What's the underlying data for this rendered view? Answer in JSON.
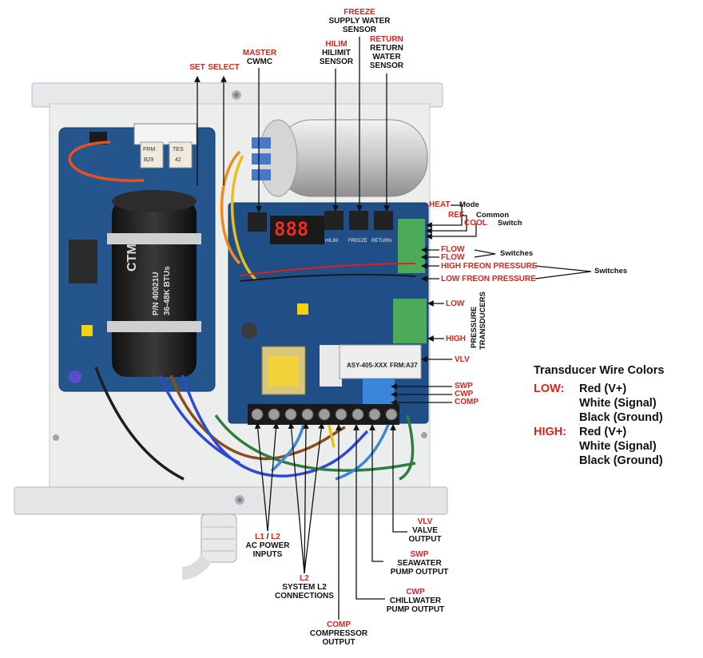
{
  "top_labels": {
    "freeze": {
      "code": "FREEZE",
      "text": [
        "SUPPLY WATER",
        "SENSOR"
      ]
    },
    "hilim": {
      "code": "HILIM",
      "text": [
        "HILIMIT",
        "SENSOR"
      ]
    },
    "return": {
      "code": "RETURN",
      "text": [
        "RETURN",
        "WATER",
        "SENSOR"
      ]
    },
    "master": {
      "code": "MASTER",
      "text": [
        "CWMC"
      ]
    },
    "set": "SET",
    "select": "SELECT"
  },
  "right_labels": {
    "heat": "HEAT",
    "mode": "Mode",
    "ref": "REF",
    "common": "Common",
    "cool": "COOL",
    "switch": "Switch",
    "flow1": "FLOW",
    "flow2": "FLOW",
    "switches1": "Switches",
    "high_freon": "HIGH FREON PRESSURE",
    "low_freon": "LOW FREON PRESSURE",
    "switches2": "Switches",
    "low": "LOW",
    "high": "HIGH",
    "pressure": "PRESSURE",
    "transducers": "TRANSDUCERS",
    "vlv": "VLV",
    "swp": "SWP",
    "cwp": "CWP",
    "comp": "COMP"
  },
  "bottom_labels": {
    "l1l2": {
      "code_a": "L1",
      "sep": " / ",
      "code_b": "L2",
      "text": [
        "AC POWER",
        "INPUTS"
      ]
    },
    "l2": {
      "code": "L2",
      "text": [
        "SYSTEM L2",
        "CONNECTIONS"
      ]
    },
    "comp": {
      "code": "COMP",
      "text": [
        "COMPRESSOR",
        "OUTPUT"
      ]
    },
    "cwp": {
      "code": "CWP",
      "text": [
        "CHILLWATER",
        "PUMP OUTPUT"
      ]
    },
    "swp": {
      "code": "SWP",
      "text": [
        "SEAWATER",
        "PUMP OUTPUT"
      ]
    },
    "vlv": {
      "code": "VLV",
      "text": [
        "VALVE",
        "OUTPUT"
      ]
    }
  },
  "legend": {
    "title": "Transducer Wire Colors",
    "rows": [
      {
        "key": "LOW:",
        "values": [
          "Red (V+)",
          "White (Signal)",
          "Black (Ground)"
        ]
      },
      {
        "key": "HIGH:",
        "values": [
          "Red (V+)",
          "White (Signal)",
          "Black (Ground)"
        ]
      }
    ]
  },
  "device_text": {
    "display": "888",
    "brand": "CTM",
    "part": "P/N 40021U",
    "btu": "36-48K BTUs",
    "board_part": "ASY-405-XXX",
    "frm": "FRM:A37",
    "port_hilim": "HILIM",
    "port_freeze": "FREEZE",
    "port_return": "RETURN",
    "sticker_frm": "FRM",
    "sticker_b29": "B29",
    "sticker_tes": "TES",
    "sticker_42": "42"
  },
  "colors": {
    "accent_red": "#d9241c",
    "board_blue": "#1f4f86",
    "enclosure": "#e9ebec"
  }
}
